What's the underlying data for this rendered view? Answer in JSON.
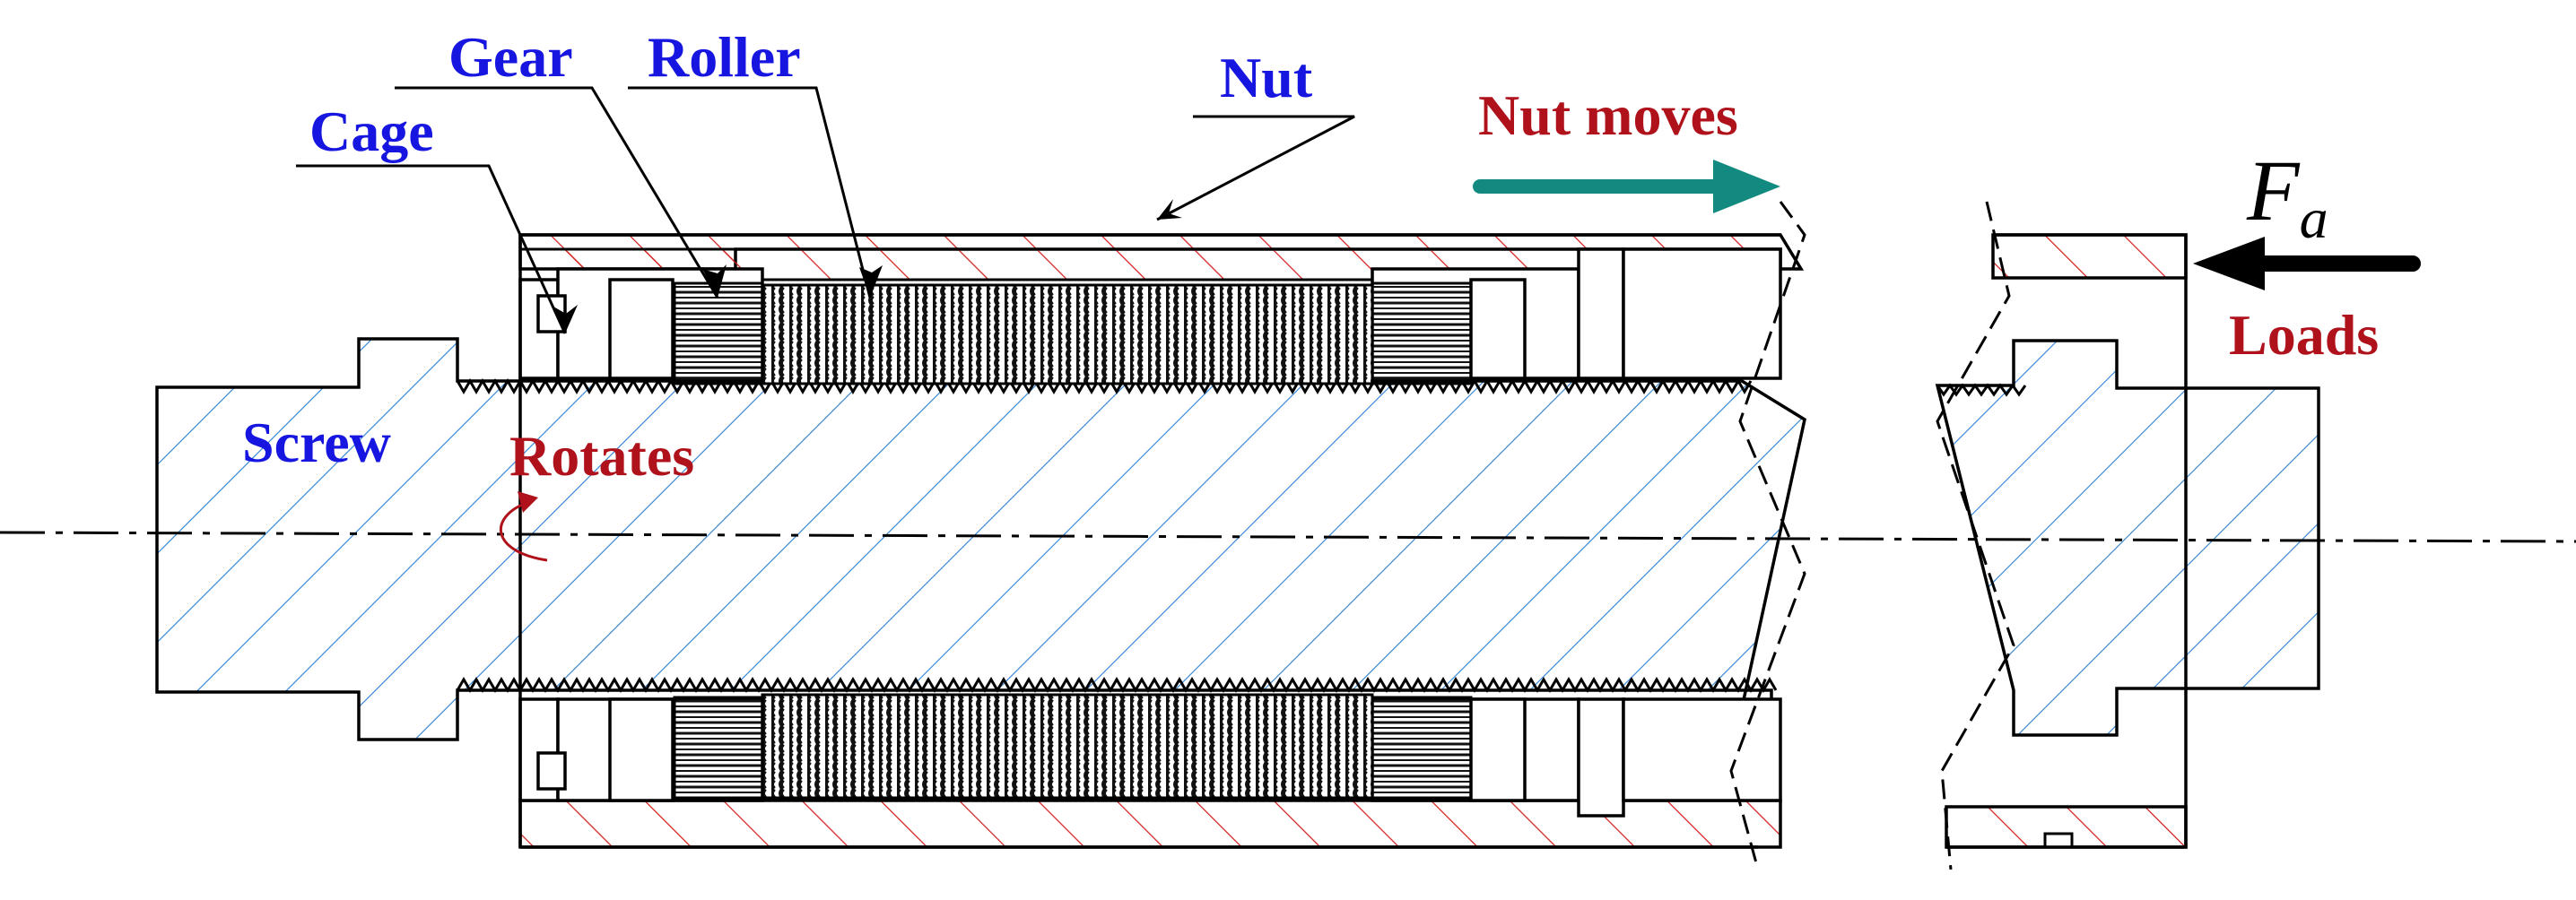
{
  "labels": {
    "gear": "Gear",
    "roller": "Roller",
    "nut": "Nut",
    "cage": "Cage",
    "screw": "Screw",
    "rotates": "Rotates",
    "nut_moves": "Nut moves",
    "loads": "Loads",
    "force_symbol": "F",
    "force_subscript": "a"
  },
  "colors": {
    "label_blue": "#1616e0",
    "label_red": "#b0121c",
    "screw_hatch": "#2a7fd4",
    "nut_hatch": "#d42020",
    "motion_arrow": "#138a80",
    "load_arrow": "#000000",
    "outline": "#000000"
  },
  "icons": {
    "motion": "teal-right-arrow-icon",
    "load": "black-left-arrow-icon",
    "rotation": "curved-rotation-arrow-icon"
  }
}
